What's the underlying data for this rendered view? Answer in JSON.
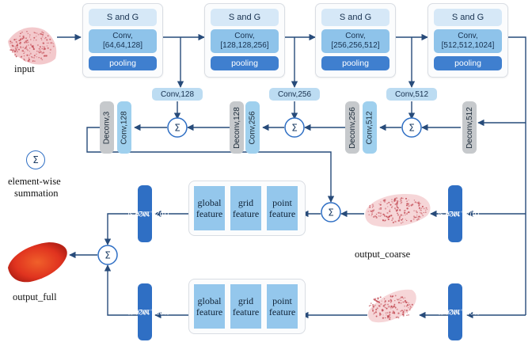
{
  "labels": {
    "input": "input",
    "output_coarse": "output_coarse",
    "output_full": "output_full",
    "sum_symbol": "Σ",
    "legend_line1": "element-wise",
    "legend_line2": "summation"
  },
  "encoder": [
    {
      "sg": "S and G",
      "conv_line1": "Conv,",
      "conv_line2": "[64,64,128]",
      "pool": "pooling"
    },
    {
      "sg": "S and G",
      "conv_line1": "Conv,",
      "conv_line2": "[128,128,256]",
      "pool": "pooling"
    },
    {
      "sg": "S and G",
      "conv_line1": "Conv,",
      "conv_line2": "[256,256,512]",
      "pool": "pooling"
    },
    {
      "sg": "S and G",
      "conv_line1": "Conv,",
      "conv_line2": "[512,512,1024]",
      "pool": "pooling"
    }
  ],
  "skip_convs": [
    "Conv,128",
    "Conv,256",
    "Conv,512"
  ],
  "decoder": {
    "deconv": [
      "Deconv,3",
      "Deconv,128",
      "Deconv,256",
      "Deconv,512"
    ],
    "conv": [
      "Conv,128",
      "Conv,256",
      "Conv,512"
    ]
  },
  "mlp": {
    "line1": "MLP,",
    "line2": "[1024,1024,3]"
  },
  "features": [
    {
      "line1": "global",
      "line2": "feature"
    },
    {
      "line1": "grid",
      "line2": "feature"
    },
    {
      "line1": "point",
      "line2": "feature"
    }
  ],
  "colors": {
    "arrow": "#274b7a",
    "sum_border": "#2f6fc4",
    "point_cloud": "#c0424c",
    "output_full": "#e0331f"
  }
}
